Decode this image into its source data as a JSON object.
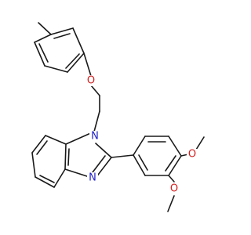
{
  "molecule": {
    "colors": {
      "bond": "#1a1a1a",
      "carbon": "#1a1a1a",
      "nitrogen": "#1e1ec8",
      "oxygen": "#d21e1e",
      "background": "#ffffff"
    },
    "atom_labels": {
      "oxygen_ether": "O",
      "nitrogen_ring": "N",
      "nitrogen_imine": "N",
      "oxygen_methoxy_top": "O",
      "oxygen_methoxy_bottom": "O"
    }
  }
}
